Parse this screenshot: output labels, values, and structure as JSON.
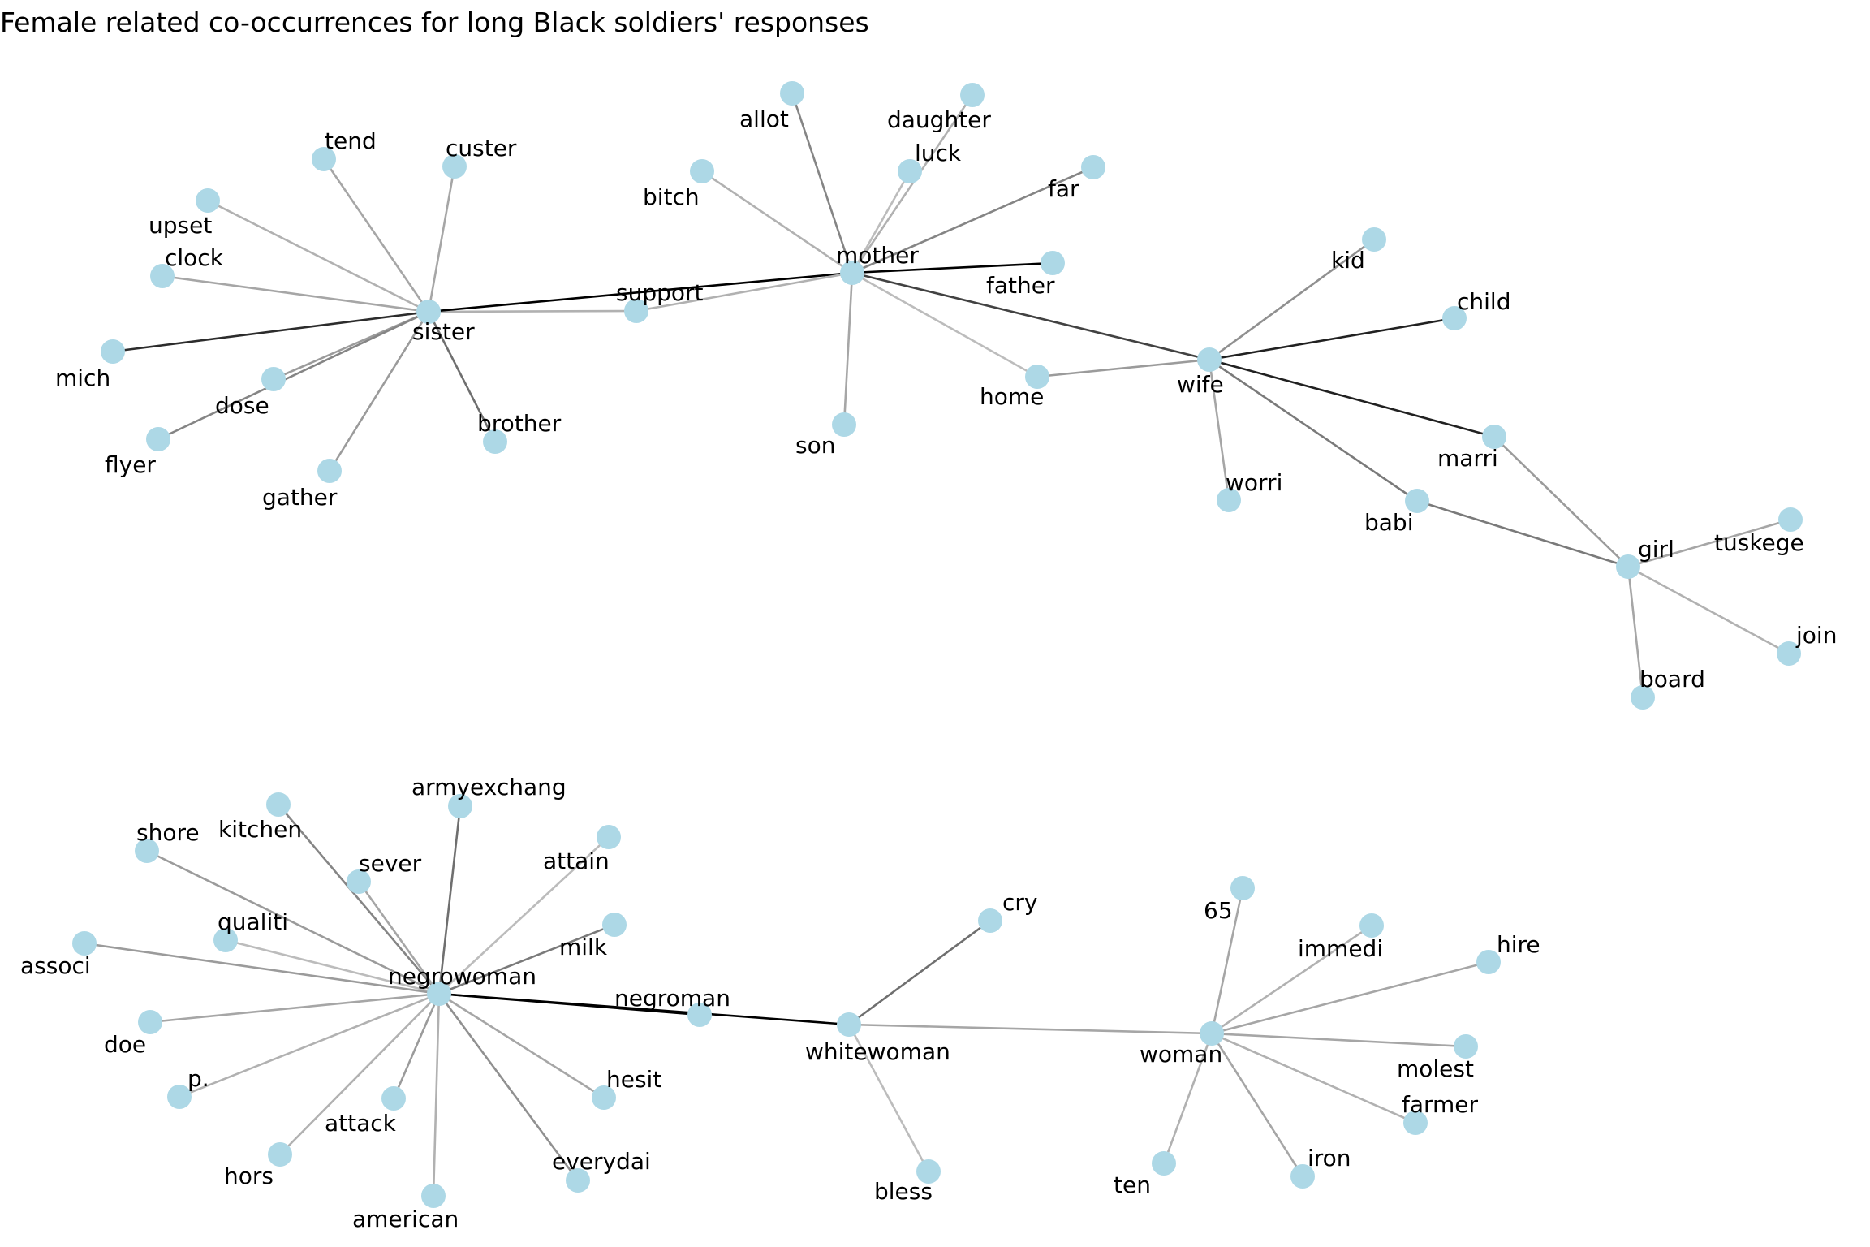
{
  "title": "Female related co-occurrences for long Black soldiers' responses",
  "colors": {
    "node_fill": "#add8e6",
    "label_color": "#000000",
    "background": "#ffffff"
  },
  "nodes": [
    {
      "id": "sister",
      "label": "sister"
    },
    {
      "id": "mother",
      "label": "mother"
    },
    {
      "id": "wife",
      "label": "wife"
    },
    {
      "id": "girl",
      "label": "girl"
    },
    {
      "id": "tend",
      "label": "tend"
    },
    {
      "id": "custer",
      "label": "custer"
    },
    {
      "id": "upset",
      "label": "upset"
    },
    {
      "id": "clock",
      "label": "clock"
    },
    {
      "id": "mich",
      "label": "mich"
    },
    {
      "id": "dose",
      "label": "dose"
    },
    {
      "id": "flyer",
      "label": "flyer"
    },
    {
      "id": "gather",
      "label": "gather"
    },
    {
      "id": "brother",
      "label": "brother"
    },
    {
      "id": "support",
      "label": "support"
    },
    {
      "id": "allot",
      "label": "allot"
    },
    {
      "id": "daughter",
      "label": "daughter"
    },
    {
      "id": "luck",
      "label": "luck"
    },
    {
      "id": "bitch",
      "label": "bitch"
    },
    {
      "id": "far",
      "label": "far"
    },
    {
      "id": "father",
      "label": "father"
    },
    {
      "id": "son",
      "label": "son"
    },
    {
      "id": "home",
      "label": "home"
    },
    {
      "id": "kid",
      "label": "kid"
    },
    {
      "id": "child",
      "label": "child"
    },
    {
      "id": "worri",
      "label": "worri"
    },
    {
      "id": "marri",
      "label": "marri"
    },
    {
      "id": "babi",
      "label": "babi"
    },
    {
      "id": "tuskege",
      "label": "tuskege"
    },
    {
      "id": "join",
      "label": "join"
    },
    {
      "id": "board",
      "label": "board"
    },
    {
      "id": "negrowoman",
      "label": "negrowoman"
    },
    {
      "id": "whitewoman",
      "label": "whitewoman"
    },
    {
      "id": "woman",
      "label": "woman"
    },
    {
      "id": "negroman",
      "label": "negroman"
    },
    {
      "id": "kitchen",
      "label": "kitchen"
    },
    {
      "id": "armyexchang",
      "label": "armyexchang"
    },
    {
      "id": "shore",
      "label": "shore"
    },
    {
      "id": "sever",
      "label": "sever"
    },
    {
      "id": "attain",
      "label": "attain"
    },
    {
      "id": "qualiti",
      "label": "qualiti"
    },
    {
      "id": "milk",
      "label": "milk"
    },
    {
      "id": "associ",
      "label": "associ"
    },
    {
      "id": "doe",
      "label": "doe"
    },
    {
      "id": "p",
      "label": "p."
    },
    {
      "id": "attack",
      "label": "attack"
    },
    {
      "id": "hesit",
      "label": "hesit"
    },
    {
      "id": "hors",
      "label": "hors"
    },
    {
      "id": "everydai",
      "label": "everydai"
    },
    {
      "id": "american",
      "label": "american"
    },
    {
      "id": "cry",
      "label": "cry"
    },
    {
      "id": "bless",
      "label": "bless"
    },
    {
      "id": "n65",
      "label": "65"
    },
    {
      "id": "immedi",
      "label": "immedi"
    },
    {
      "id": "hire",
      "label": "hire"
    },
    {
      "id": "molest",
      "label": "molest"
    },
    {
      "id": "farmer",
      "label": "farmer"
    },
    {
      "id": "iron",
      "label": "iron"
    },
    {
      "id": "ten",
      "label": "ten"
    }
  ],
  "edges": [
    {
      "source": "sister",
      "target": "tend",
      "weight": 0.25
    },
    {
      "source": "sister",
      "target": "custer",
      "weight": 0.25
    },
    {
      "source": "sister",
      "target": "upset",
      "weight": 0.2
    },
    {
      "source": "sister",
      "target": "clock",
      "weight": 0.25
    },
    {
      "source": "sister",
      "target": "mich",
      "weight": 0.8
    },
    {
      "source": "sister",
      "target": "dose",
      "weight": 0.3
    },
    {
      "source": "sister",
      "target": "flyer",
      "weight": 0.4
    },
    {
      "source": "sister",
      "target": "gather",
      "weight": 0.3
    },
    {
      "source": "sister",
      "target": "brother",
      "weight": 0.5
    },
    {
      "source": "sister",
      "target": "support",
      "weight": 0.2
    },
    {
      "source": "sister",
      "target": "mother",
      "weight": 1.0
    },
    {
      "source": "mother",
      "target": "support",
      "weight": 0.2
    },
    {
      "source": "mother",
      "target": "allot",
      "weight": 0.4
    },
    {
      "source": "mother",
      "target": "daughter",
      "weight": 0.2
    },
    {
      "source": "mother",
      "target": "luck",
      "weight": 0.15
    },
    {
      "source": "mother",
      "target": "bitch",
      "weight": 0.2
    },
    {
      "source": "mother",
      "target": "far",
      "weight": 0.4
    },
    {
      "source": "mother",
      "target": "father",
      "weight": 1.0
    },
    {
      "source": "mother",
      "target": "son",
      "weight": 0.25
    },
    {
      "source": "mother",
      "target": "home",
      "weight": 0.15
    },
    {
      "source": "mother",
      "target": "wife",
      "weight": 0.7
    },
    {
      "source": "wife",
      "target": "home",
      "weight": 0.3
    },
    {
      "source": "wife",
      "target": "kid",
      "weight": 0.35
    },
    {
      "source": "wife",
      "target": "child",
      "weight": 0.85
    },
    {
      "source": "wife",
      "target": "worri",
      "weight": 0.25
    },
    {
      "source": "wife",
      "target": "marri",
      "weight": 0.85
    },
    {
      "source": "wife",
      "target": "babi",
      "weight": 0.45
    },
    {
      "source": "marri",
      "target": "girl",
      "weight": 0.3
    },
    {
      "source": "babi",
      "target": "girl",
      "weight": 0.45
    },
    {
      "source": "girl",
      "target": "tuskege",
      "weight": 0.25
    },
    {
      "source": "girl",
      "target": "join",
      "weight": 0.2
    },
    {
      "source": "girl",
      "target": "board",
      "weight": 0.25
    },
    {
      "source": "negrowoman",
      "target": "kitchen",
      "weight": 0.4
    },
    {
      "source": "negrowoman",
      "target": "armyexchang",
      "weight": 0.5
    },
    {
      "source": "negrowoman",
      "target": "shore",
      "weight": 0.3
    },
    {
      "source": "negrowoman",
      "target": "sever",
      "weight": 0.25
    },
    {
      "source": "negrowoman",
      "target": "attain",
      "weight": 0.15
    },
    {
      "source": "negrowoman",
      "target": "qualiti",
      "weight": 0.15
    },
    {
      "source": "negrowoman",
      "target": "milk",
      "weight": 0.45
    },
    {
      "source": "negrowoman",
      "target": "associ",
      "weight": 0.3
    },
    {
      "source": "negrowoman",
      "target": "doe",
      "weight": 0.25
    },
    {
      "source": "negrowoman",
      "target": "p",
      "weight": 0.2
    },
    {
      "source": "negrowoman",
      "target": "attack",
      "weight": 0.3
    },
    {
      "source": "negrowoman",
      "target": "hesit",
      "weight": 0.25
    },
    {
      "source": "negrowoman",
      "target": "hors",
      "weight": 0.2
    },
    {
      "source": "negrowoman",
      "target": "everydai",
      "weight": 0.35
    },
    {
      "source": "negrowoman",
      "target": "american",
      "weight": 0.2
    },
    {
      "source": "negrowoman",
      "target": "negroman",
      "weight": 1.0
    },
    {
      "source": "negrowoman",
      "target": "whitewoman",
      "weight": 1.0
    },
    {
      "source": "whitewoman",
      "target": "cry",
      "weight": 0.5
    },
    {
      "source": "whitewoman",
      "target": "bless",
      "weight": 0.15
    },
    {
      "source": "whitewoman",
      "target": "woman",
      "weight": 0.25
    },
    {
      "source": "woman",
      "target": "n65",
      "weight": 0.25
    },
    {
      "source": "woman",
      "target": "immedi",
      "weight": 0.2
    },
    {
      "source": "woman",
      "target": "hire",
      "weight": 0.25
    },
    {
      "source": "woman",
      "target": "molest",
      "weight": 0.25
    },
    {
      "source": "woman",
      "target": "farmer",
      "weight": 0.2
    },
    {
      "source": "woman",
      "target": "iron",
      "weight": 0.25
    },
    {
      "source": "woman",
      "target": "ten",
      "weight": 0.2
    }
  ]
}
